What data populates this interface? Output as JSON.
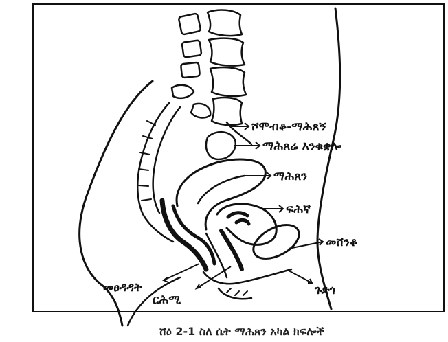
{
  "figure": {
    "labels": {
      "sacral_canal": "ሾሞብቆ-ማሕጸኝ",
      "ovary": "ማሕጸሬ እንቁቋሎ",
      "uterus": "ማሕጸን",
      "bladder": "ፍሕኛ",
      "pubic_bone": "መሸንቆ",
      "anus": "መፀዳዳት",
      "vagina": "ርሕሚ",
      "urethra": "ጉድጎ"
    },
    "caption": "ሸዕ 2-1 ስለ ሴት ማሕጸን አካል ክፍሎች"
  },
  "colors": {
    "ink": "#111111",
    "paper": "#ffffff"
  }
}
